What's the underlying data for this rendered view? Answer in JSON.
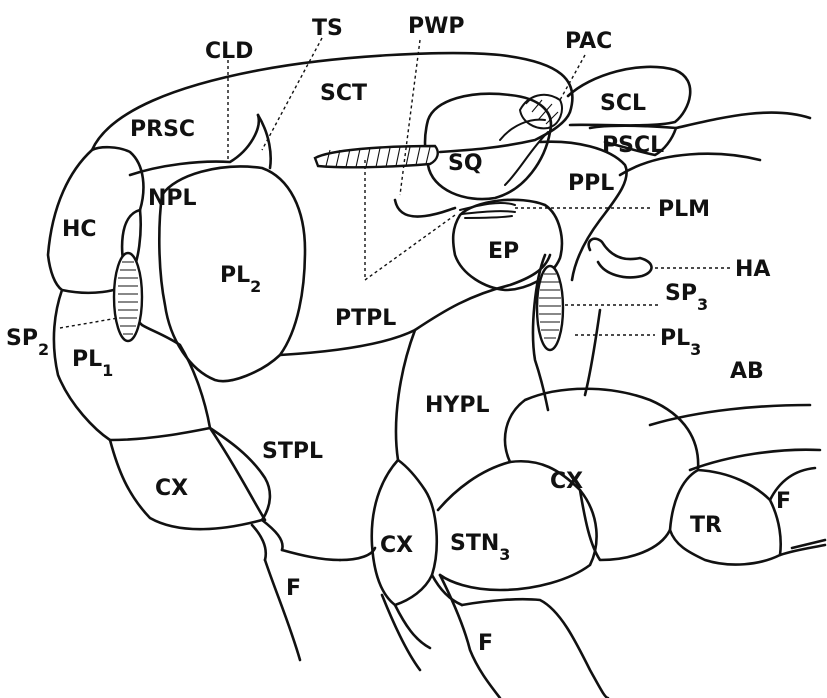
{
  "labels": {
    "cld": "CLD",
    "ts": "TS",
    "pwp": "PWP",
    "pac": "PAC",
    "sct": "SCT",
    "scl": "SCL",
    "prsc": "PRSC",
    "sq": "SQ",
    "pscl": "PSCL",
    "npl": "NPL",
    "ppl": "PPL",
    "hc": "HC",
    "plm": "PLM",
    "ep": "EP",
    "ha": "HA",
    "pl2": "PL",
    "pl2_sub": "2",
    "ptpl": "PTPL",
    "sp3": "SP",
    "sp3_sub": "3",
    "sp2": "SP",
    "sp2_sub": "2",
    "pl1": "PL",
    "pl1_sub": "1",
    "pl3": "PL",
    "pl3_sub": "3",
    "ab": "AB",
    "hypl": "HYPL",
    "stpl": "STPL",
    "cx_front": "CX",
    "cx_mid": "CX",
    "cx_hind": "CX",
    "tr": "TR",
    "f_hind": "F",
    "stn3": "STN",
    "stn3_sub": "3",
    "f_front": "F",
    "f_mid": "F"
  }
}
